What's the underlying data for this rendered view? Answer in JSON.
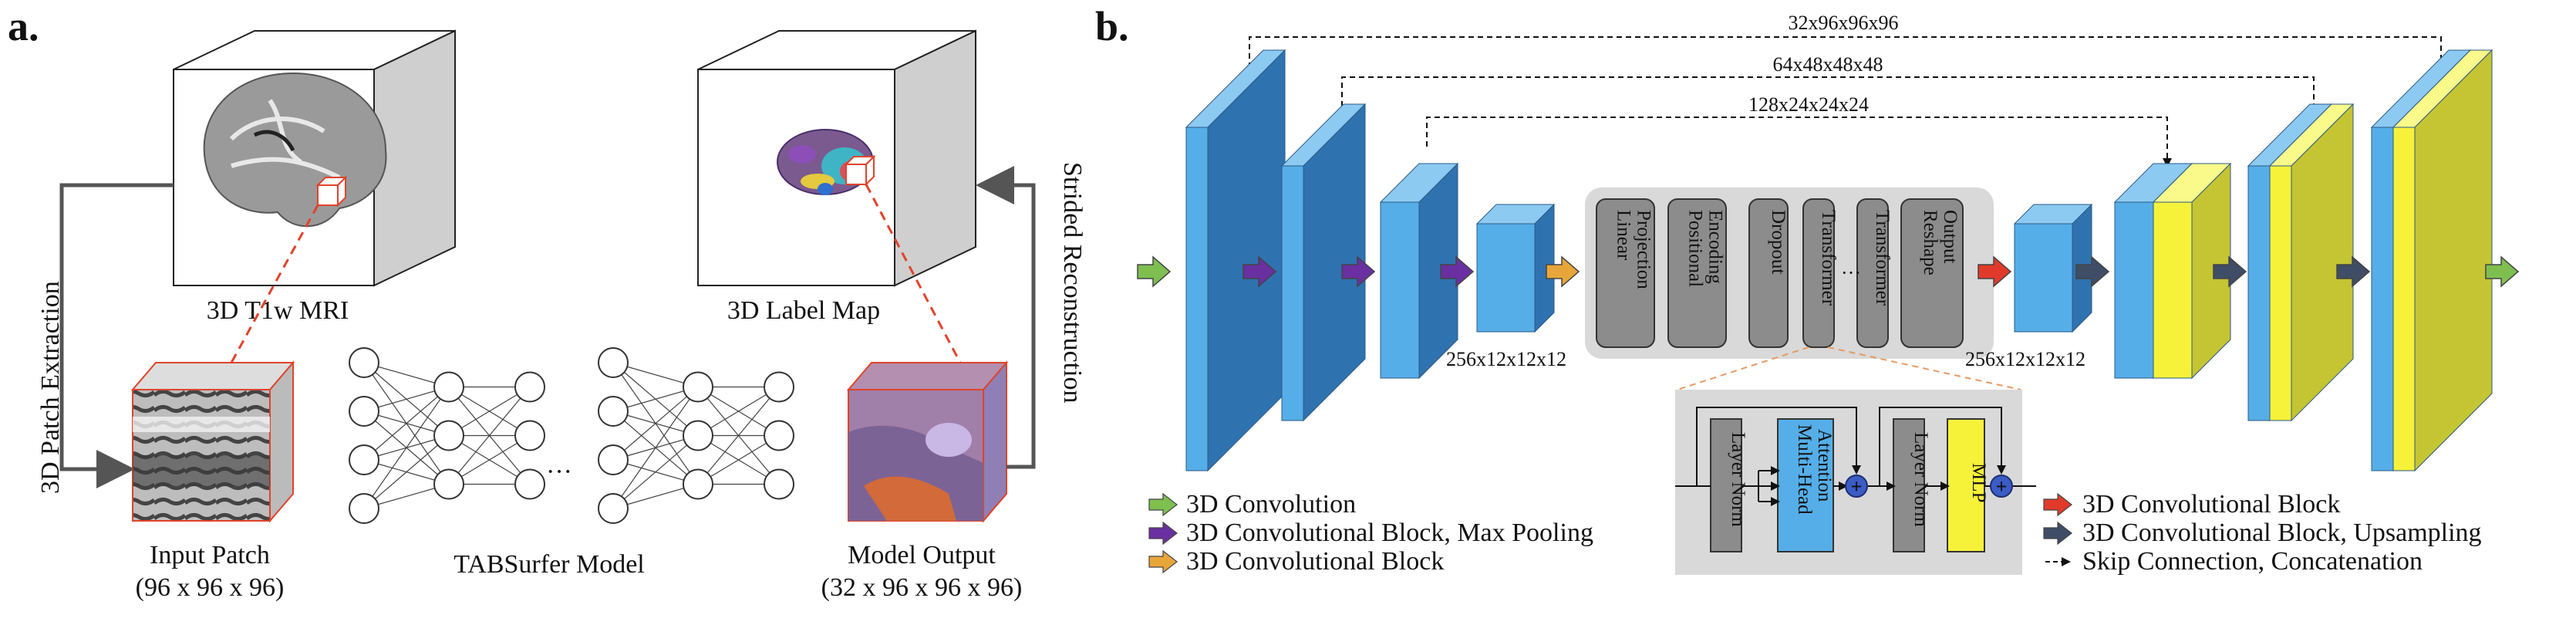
{
  "panel_a": {
    "label": "a.",
    "mri_caption": "3D T1w MRI",
    "label_map_caption": "3D Label Map",
    "patch_extraction": "3D Patch Extraction",
    "strided_reconstruction": "Strided Reconstruction",
    "input_patch_title": "Input Patch",
    "input_patch_dims": "(96 x 96 x 96)",
    "model_name": "TABSurfer Model",
    "ellipsis": "···",
    "output_title": "Model Output",
    "output_dims": "(32 x 96 x 96 x 96)"
  },
  "panel_b": {
    "label": "b.",
    "skip_labels": [
      "32x96x96x96",
      "64x48x48x48",
      "128x24x24x24"
    ],
    "bottleneck_in": "256x12x12x12",
    "bottleneck_out": "256x12x12x12",
    "transformer_blocks": [
      {
        "line1": "Linear",
        "line2": "Projection"
      },
      {
        "line1": "Positional",
        "line2": "Encoding"
      },
      {
        "line1": "Dropout",
        "line2": ""
      },
      {
        "line1": "Transformer",
        "line2": ""
      },
      {
        "line1": "Transformer",
        "line2": ""
      },
      {
        "line1": "Reshape",
        "line2": "Output"
      }
    ],
    "transformer_dots": "···",
    "transformer_detail": {
      "layer_norm_1": "Layer Norm",
      "mha_line1": "Multi-Head",
      "mha_line2": "Attention",
      "layer_norm_2": "Layer Norm",
      "mlp": "MLP",
      "plus": "+"
    },
    "legend_left": [
      {
        "label": "3D Convolution",
        "color": "#7ebf50"
      },
      {
        "label": "3D Convolutional Block, Max Pooling",
        "color": "#6a2fa0"
      },
      {
        "label": "3D Convolutional Block",
        "color": "#e8a63a"
      }
    ],
    "legend_right": [
      {
        "label": "3D Convolutional Block",
        "color": "#e23a2a"
      },
      {
        "label": "3D Convolutional Block, Upsampling",
        "color": "#3f4d66"
      },
      {
        "label": "Skip Connection, Concatenation",
        "color": "#111111"
      }
    ]
  },
  "colors": {
    "blue_front": "#56aee8",
    "blue_side": "#2f72b0",
    "blue_top": "#8dcaf2",
    "yellow_front": "#f6f23a",
    "yellow_side": "#c5c433",
    "yellow_top": "#fafa8a",
    "grey_block": "#8c8c8c",
    "panel_grey": "#d9d9d9",
    "red_dash": "#e0432b"
  }
}
